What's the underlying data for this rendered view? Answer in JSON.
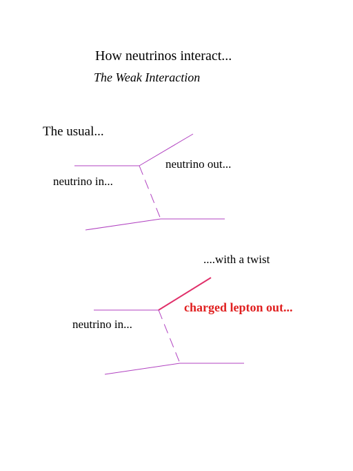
{
  "title": "How neutrinos interact...",
  "subtitle": "The Weak Interaction",
  "diagrams": [
    {
      "heading": "The usual...",
      "incoming_label": "neutrino in...",
      "outgoing_label": "neutrino out..."
    },
    {
      "heading": "....with a twist",
      "incoming_label": "neutrino in...",
      "outgoing_label": "charged lepton out..."
    }
  ],
  "colors": {
    "line": "#b040c0",
    "charged_lepton_line": "#e0306a",
    "charged_lepton_text": "#e02020",
    "text": "#000000"
  }
}
